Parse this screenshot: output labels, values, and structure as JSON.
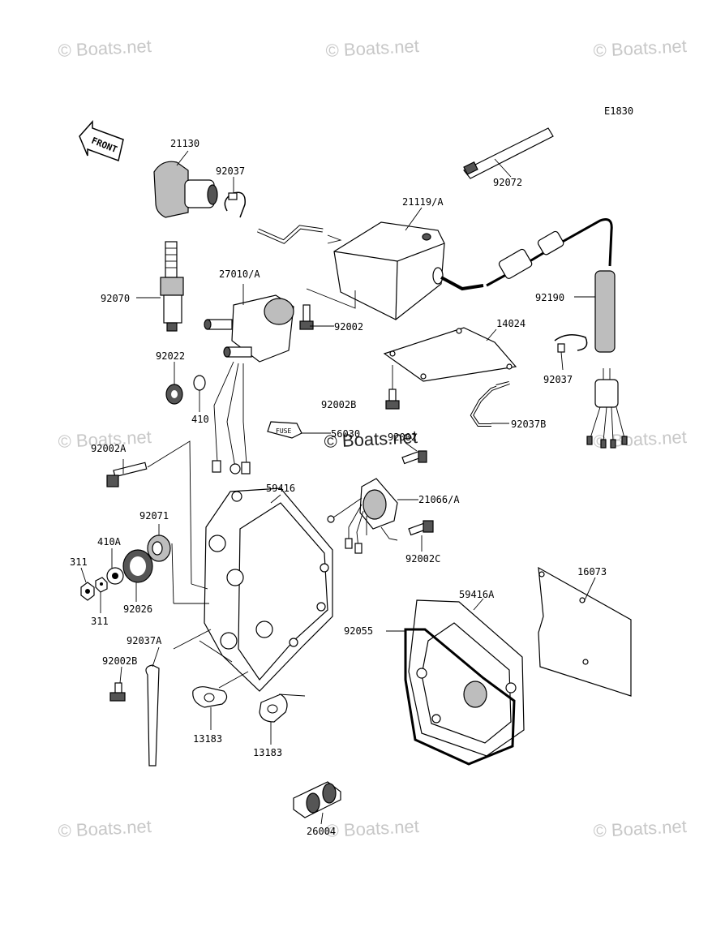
{
  "diagram_code": "E1830",
  "front_label": "FRONT",
  "watermark_text": "© Boats.net",
  "part_numbers": {
    "p21130": "21130",
    "p92037": "92037",
    "p92072": "92072",
    "p21119A": "21119/A",
    "p92070": "92070",
    "p27010A": "27010/A",
    "p92002": "92002",
    "p92190": "92190",
    "p14024": "14024",
    "p92022": "92022",
    "p410": "410",
    "p92037_right": "92037",
    "p92002B_top": "92002B",
    "p56030": "56030",
    "p92037B": "92037B",
    "p92002A": "92002A",
    "p92002_mid": "92002",
    "p59416": "59416",
    "p21066A": "21066/A",
    "p92071": "92071",
    "p410A": "410A",
    "p311_top": "311",
    "p311_bottom": "311",
    "p92002C": "92002C",
    "p16073": "16073",
    "p92026": "92026",
    "p59416A": "59416A",
    "p92055": "92055",
    "p92037A": "92037A",
    "p92002B_bottom": "92002B",
    "p13183_left": "13183",
    "p13183_right": "13183",
    "p26004": "26004"
  },
  "fuse_text": "FUSE"
}
